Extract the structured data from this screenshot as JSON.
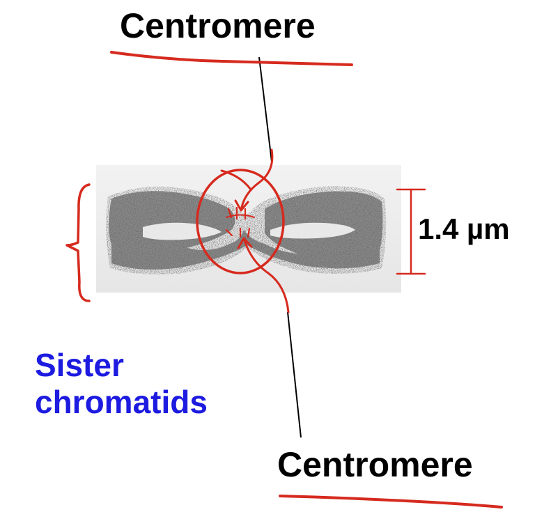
{
  "labels": {
    "centromere_top": "Centromere",
    "centromere_bottom": "Centromere",
    "scale": "1.4 µm",
    "sister_line1": "Sister",
    "sister_line2": "chromatids"
  },
  "colors": {
    "annotation_red": "#d62a1e",
    "sister_blue": "#1d1be0",
    "chromatin": "#2b2b2b",
    "panel_bg": "#f0f0f0"
  }
}
